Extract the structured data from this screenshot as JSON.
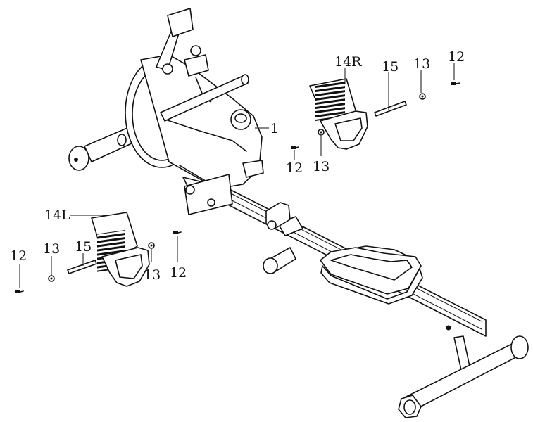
{
  "diagram": {
    "callouts": [
      {
        "id": "c1",
        "text": "1"
      },
      {
        "id": "c14r",
        "text": "14R"
      },
      {
        "id": "c15r",
        "text": "15"
      },
      {
        "id": "c13r",
        "text": "13"
      },
      {
        "id": "c12r",
        "text": "12"
      },
      {
        "id": "c12m",
        "text": "12"
      },
      {
        "id": "c13m",
        "text": "13"
      },
      {
        "id": "c14l",
        "text": "14L"
      },
      {
        "id": "c12l",
        "text": "12"
      },
      {
        "id": "c13l",
        "text": "13"
      },
      {
        "id": "c15l",
        "text": "15"
      },
      {
        "id": "c13l2",
        "text": "13"
      },
      {
        "id": "c12l2",
        "text": "12"
      }
    ]
  }
}
